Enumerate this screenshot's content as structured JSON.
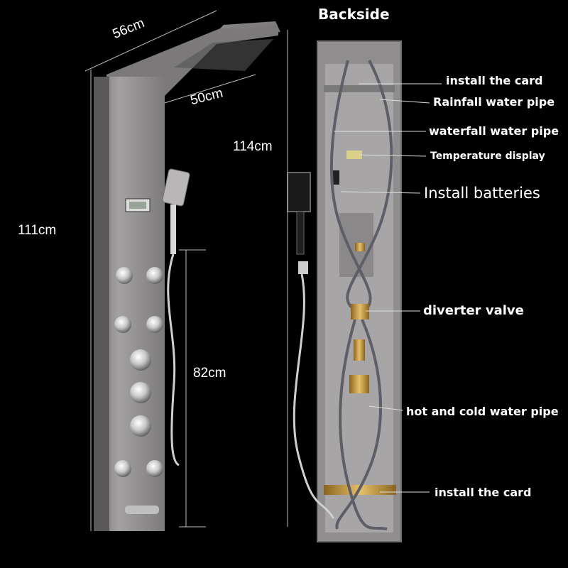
{
  "front": {
    "width_top": "56cm",
    "depth_top": "50cm",
    "height_total": "111cm",
    "height_jets": "82cm"
  },
  "back": {
    "title": "Backside",
    "height_total": "114cm",
    "callouts": [
      "install the card",
      "Rainfall water pipe",
      "waterfall water pipe",
      "Temperature display",
      "Install batteries",
      "diverter valve",
      "hot and cold water pipe",
      "install the card"
    ]
  },
  "colors": {
    "background": "#000000",
    "steel": "#8e8c8d",
    "brass": "#c9a04a"
  }
}
